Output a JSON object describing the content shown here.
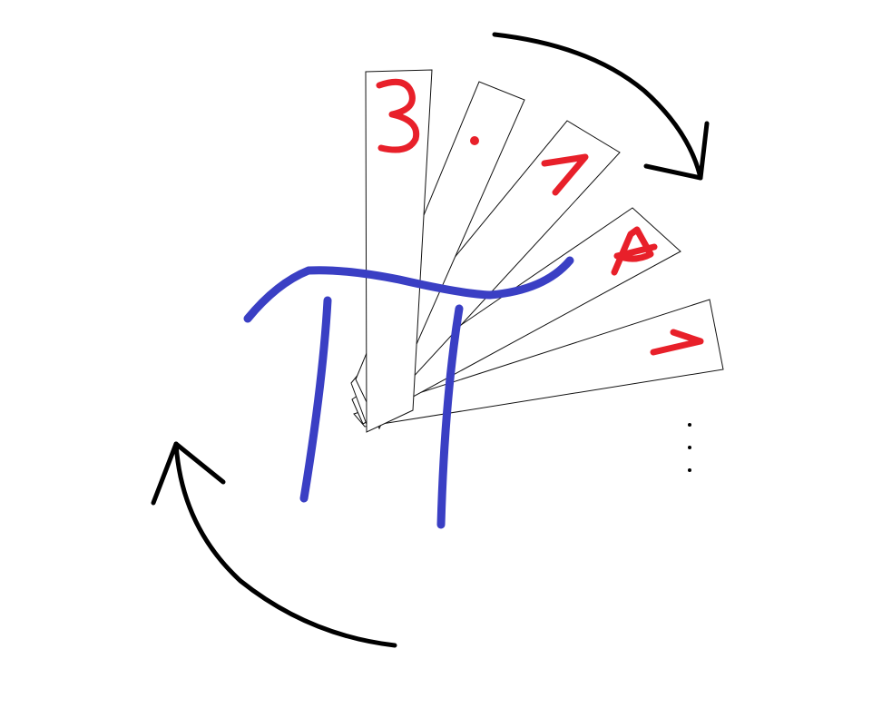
{
  "diagram": {
    "strip_digits": [
      "3",
      ".",
      "1",
      "4",
      "1"
    ],
    "continuation": "...",
    "symbol": "π",
    "colors": {
      "digits": "#e8202a",
      "pi_symbol": "#3a3fc4",
      "arrows": "#000000",
      "strip_outline": "#111111",
      "background": "#ffffff"
    },
    "icons": {
      "top_arrow": "clockwise-arrow-icon",
      "bottom_arrow": "counterclockwise-arrow-icon"
    }
  }
}
